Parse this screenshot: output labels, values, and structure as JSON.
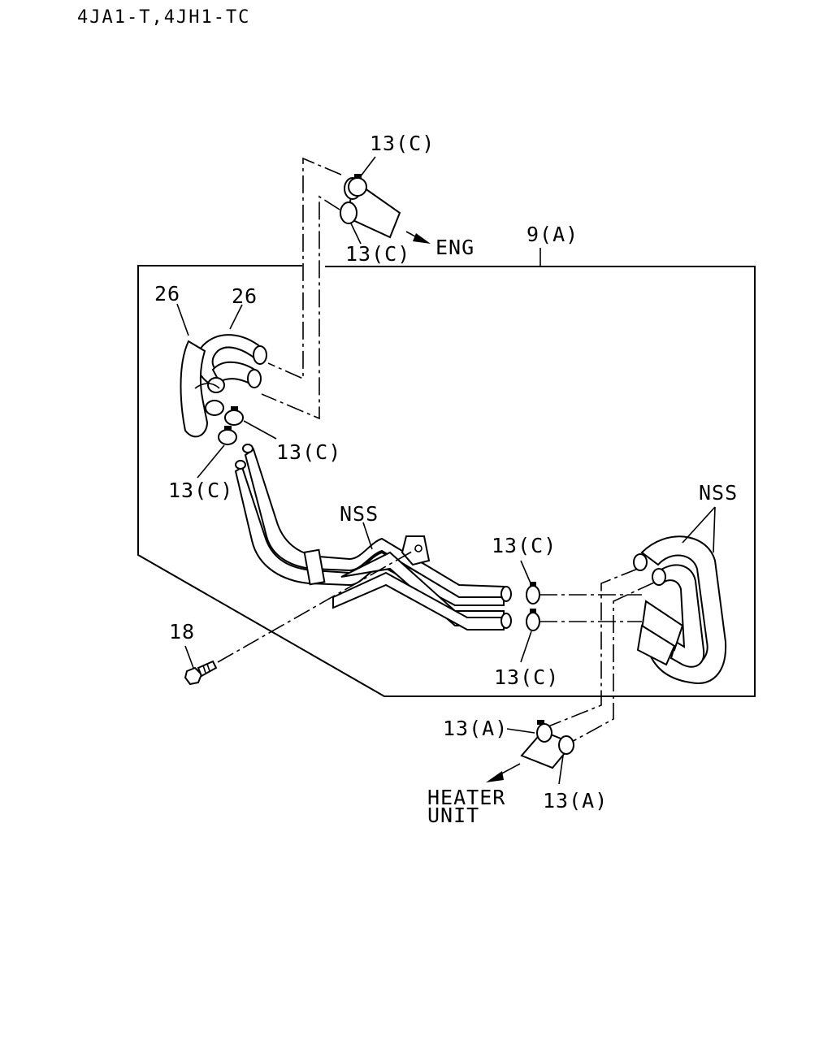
{
  "header": {
    "model": "4JA1-T,4JH1-TC"
  },
  "callouts": {
    "c13c_top": "13(C)",
    "c13c_top2": "13(C)",
    "eng": "ENG",
    "c9a": "9(A)",
    "c26_left": "26",
    "c26_right": "26",
    "c13c_mid_right": "13(C)",
    "c13c_mid_left": "13(C)",
    "nss_center": "NSS",
    "nss_right": "NSS",
    "c13c_pipe_upper": "13(C)",
    "c13c_pipe_lower": "13(C)",
    "c18": "18",
    "c13a_left": "13(A)",
    "c13a_right": "13(A)",
    "heater_line1": "HEATER",
    "heater_line2": "UNIT"
  }
}
